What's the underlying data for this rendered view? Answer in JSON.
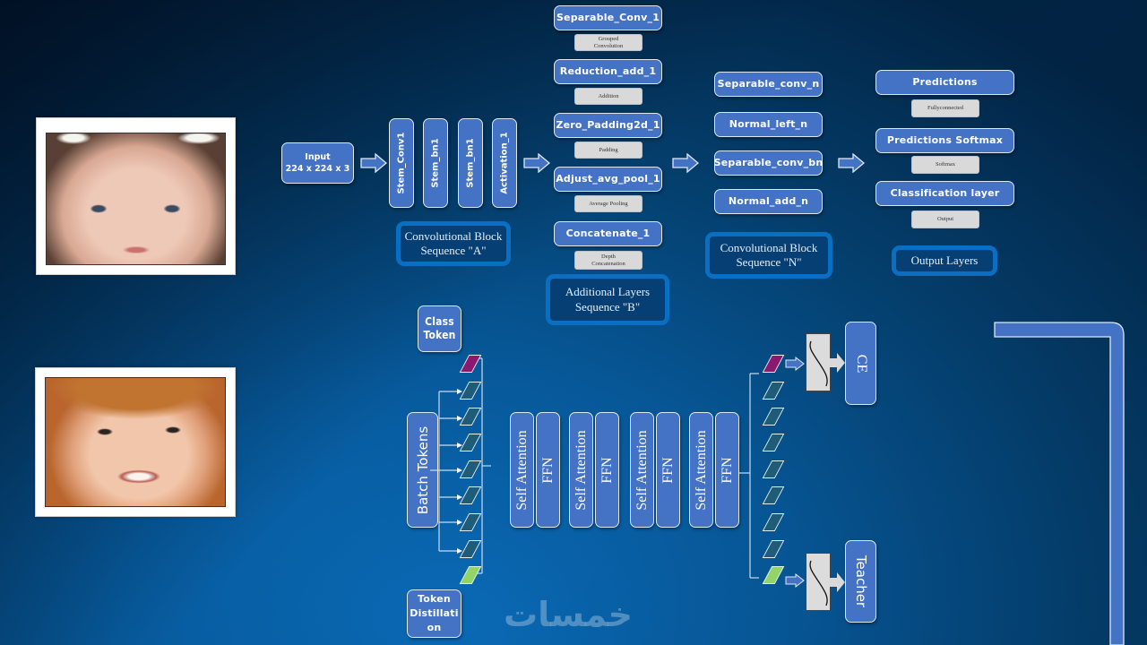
{
  "images": {
    "top": {
      "alt": "Child face photo (Down syndrome sample)"
    },
    "bottom": {
      "alt": "Child face photo (healthy sample)"
    }
  },
  "cnn": {
    "input": {
      "title": "Input",
      "shape": "224 x 224 x 3"
    },
    "block_a": {
      "layers": [
        "Stem_Conv1",
        "Stem_bn1",
        "Stem_bn1",
        "Activation_1"
      ],
      "caption": "Convolutional Block\nSequence \"A\""
    },
    "block_b": {
      "layers": [
        {
          "name": "Separable_Conv_1",
          "op": "Grouped\nConvolution"
        },
        {
          "name": "Reduction_add_1",
          "op": "Addition"
        },
        {
          "name": "Zero_Padding2d_1",
          "op": "Padding"
        },
        {
          "name": "Adjust_avg_pool_1",
          "op": "Average Pooling"
        },
        {
          "name": "Concatenate_1",
          "op": "Depth\nConcatenation"
        }
      ],
      "caption": "Additional Layers\nSequence \"B\""
    },
    "block_n": {
      "layers": [
        "Separable_conv_n",
        "Normal_left_n",
        "Separable_conv_bn",
        "Normal_add_n"
      ],
      "caption": "Convolutional Block\nSequence \"N\""
    },
    "output": {
      "layers": [
        {
          "name": "Predictions",
          "op": "Fullyconnected"
        },
        {
          "name": "Predictions Softmax",
          "op": "Softmax"
        },
        {
          "name": "Classification layer",
          "op": "Output"
        }
      ],
      "caption": "Output Layers"
    }
  },
  "transformer": {
    "class_token": "Class\nToken",
    "batch_tokens": "Batch Tokens",
    "distillation_token": "Token\nDistillati\non",
    "blocks": [
      {
        "attention": "Self Attention",
        "ffn": "FFN"
      },
      {
        "attention": "Self Attention",
        "ffn": "FFN"
      },
      {
        "attention": "Self Attention",
        "ffn": "FFN"
      },
      {
        "attention": "Self Attention",
        "ffn": "FFN"
      }
    ],
    "heads": {
      "ce": "CE",
      "teacher": "Teacher"
    }
  },
  "colors": {
    "node": "#4472c4",
    "class_token": "#8b1a6f",
    "batch_token": "#1f5c78",
    "distillation_token": "#92d36a",
    "caption_border": "#0a6fc2"
  },
  "watermark": "خمسات"
}
